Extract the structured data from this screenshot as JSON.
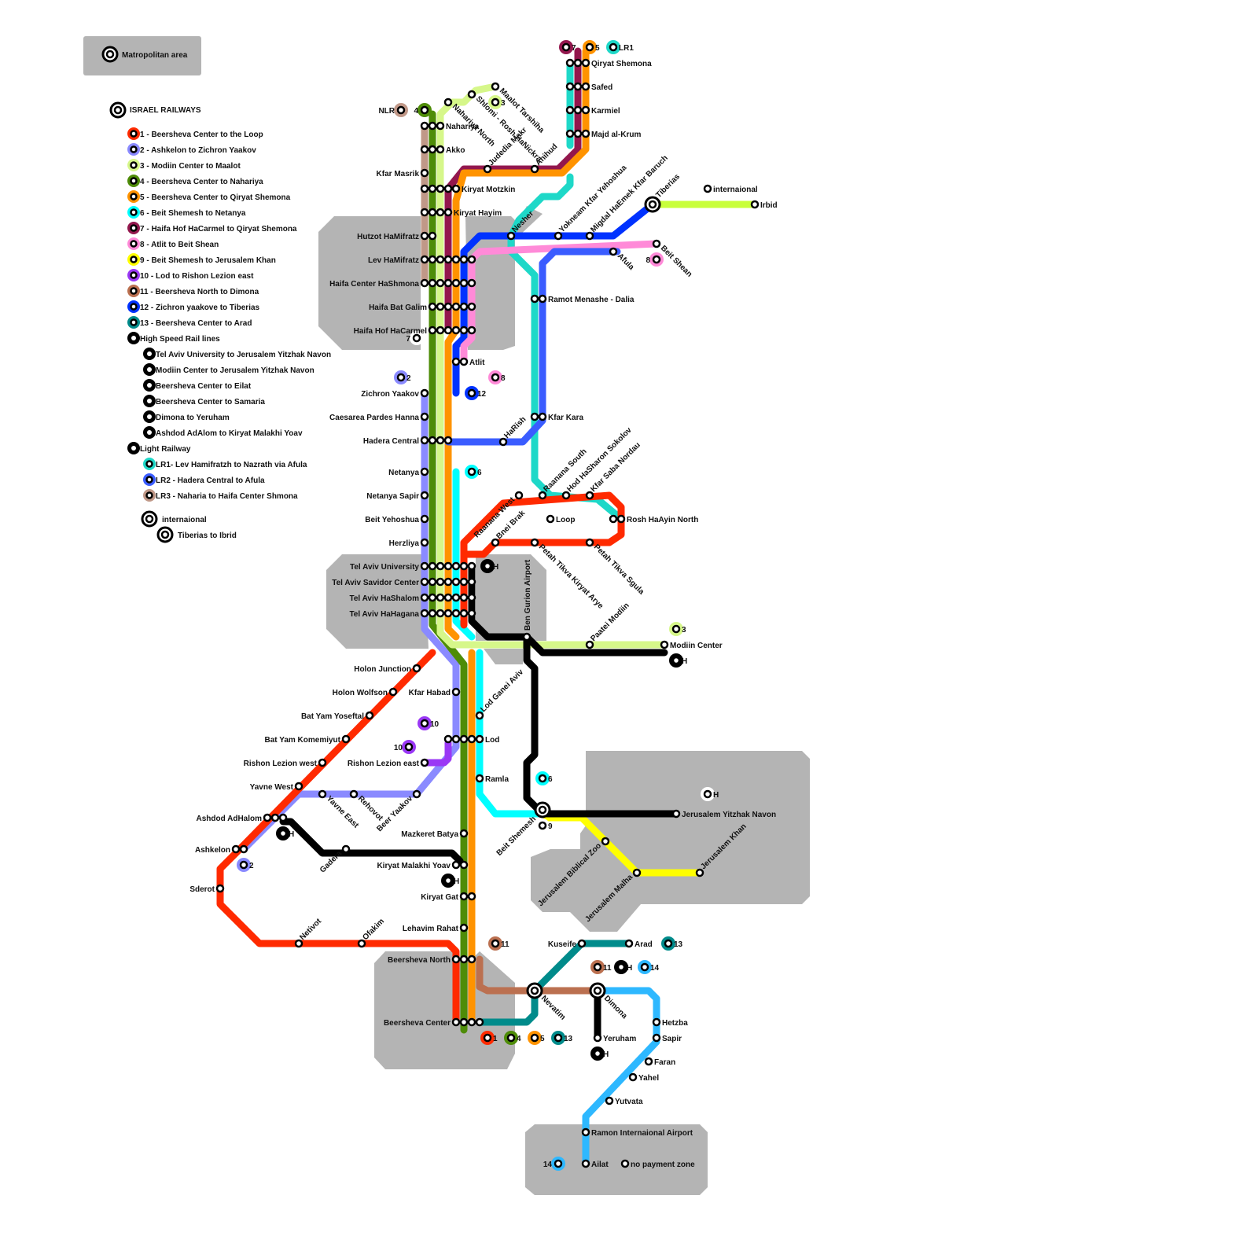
{
  "title": "Israel Railways network map",
  "colors": {
    "background": "#ffffff",
    "metro_area": "#b4b4b4",
    "line1": "#ff2a00",
    "line2": "#8a8aff",
    "line3": "#d6f78a",
    "line4": "#4e8c08",
    "line5": "#ff9300",
    "line6": "#00ffff",
    "line7": "#93174d",
    "line8": "#ff8ad8",
    "line9": "#ffff00",
    "line10": "#9a38f5",
    "line11": "#bb7050",
    "line12": "#0032ff",
    "line13": "#008b8b",
    "line14": "#2eb8ff",
    "high_speed": "#000000",
    "lr1": "#1ed8c8",
    "lr2": "#3a5cff",
    "lr3": "#c09888",
    "international": "#c8ff3a"
  },
  "legend": {
    "metro_area_label": "Matropolitan area",
    "railways_title": "ISRAEL RAILWAYS",
    "lines": [
      {
        "id": "1",
        "label": "1 - Beersheva Center to the Loop",
        "color": "#ff2a00"
      },
      {
        "id": "2",
        "label": "2 - Ashkelon to Zichron Yaakov",
        "color": "#8a8aff"
      },
      {
        "id": "3",
        "label": "3 - Modiin Center to Maalot",
        "color": "#d6f78a"
      },
      {
        "id": "4",
        "label": "4 - Beersheva Center to Nahariya",
        "color": "#4e8c08"
      },
      {
        "id": "5",
        "label": "5 - Beersheva Center to Qiryat Shemona",
        "color": "#ff9300"
      },
      {
        "id": "6",
        "label": "6 - Beit Shemesh to Netanya",
        "color": "#00ffff"
      },
      {
        "id": "7",
        "label": "7 - Haifa Hof HaCarmel to Qiryat Shemona",
        "color": "#93174d"
      },
      {
        "id": "8",
        "label": "8 - Atlit to Beit Shean",
        "color": "#ff8ad8"
      },
      {
        "id": "9",
        "label": "9 - Beit Shemesh to Jerusalem Khan",
        "color": "#ffff00"
      },
      {
        "id": "10",
        "label": "10 - Lod to Rishon Lezion east",
        "color": "#9a38f5"
      },
      {
        "id": "11",
        "label": "11 - Beersheva North to Dimona",
        "color": "#bb7050"
      },
      {
        "id": "12",
        "label": "12 - Zichron yaakove to Tiberias",
        "color": "#0032ff"
      },
      {
        "id": "13",
        "label": "13 - Beersheva Center to Arad",
        "color": "#008b8b"
      }
    ],
    "high_speed_title": "High Speed Rail lines",
    "high_speed_lines": [
      "Tel Aviv University to Jerusalem Yitzhak Navon",
      "Modiin Center to Jerusalem Yitzhak Navon",
      "Beersheva Center to Eilat",
      "Beersheva Center to Samaria",
      "Dimona to Yeruham",
      "Ashdod AdAlom to Kiryat Malakhi Yoav"
    ],
    "light_railway_title": "Light Railway",
    "light_railway_lines": [
      {
        "label": "LR1- Lev Hamifratzh to Nazrath via Afula",
        "color": "#1ed8c8"
      },
      {
        "label": "LR2 - Hadera Central to Afula",
        "color": "#3a5cff"
      },
      {
        "label": "LR3 - Naharia to Haifa Center Shmona",
        "color": "#c09888"
      }
    ],
    "international_title": "internaional",
    "international_lines": [
      "Tiberias to Ibrid"
    ]
  },
  "stations": {
    "maalot_tarshiha": "Maalot Tarshiha",
    "shlomi": "Shlomi - Rosh HaNickra",
    "nahariya_north": "Nahariya North",
    "nahariya": "Nahariya",
    "akko": "Akko",
    "kfar_masrik": "Kfar Masrik",
    "kiryat_motzkin": "Kiryat Motzkin",
    "kiryat_hayim": "Kiryat Hayim",
    "hutzot": "Hutzot HaMifratz",
    "lev": "Lev HaMifratz",
    "haifa_center": "Haifa Center HaShmona",
    "bat_galim": "Haifa Bat Galim",
    "hof_hacarmel": "Haifa Hof HaCarmel",
    "atlit": "Atlit",
    "zichron": "Zichron Yaakov",
    "caesarea": "Caesarea Pardes Hanna",
    "hadera": "Hadera Central",
    "netanya": "Netanya",
    "netanya_sapir": "Netanya Sapir",
    "beit_yehoshua": "Beit Yehoshua",
    "herzliya": "Herzliya",
    "ta_university": "Tel Aviv University",
    "ta_savidor": "Tel Aviv Savidor Center",
    "ta_hashalom": "Tel Aviv HaShalom",
    "ta_hahagana": "Tel Aviv HaHagana",
    "holon_junction": "Holon Junction",
    "holon_wolfson": "Holon Wolfson",
    "bat_yam_yoseftal": "Bat Yam Yoseftal",
    "bat_yam_komemiyut": "Bat Yam Komemiyut",
    "rishon_west": "Rishon Lezion west",
    "yavne_west": "Yavne West",
    "ashdod": "Ashdod AdHalom",
    "ashkelon": "Ashkelon",
    "sderot": "Sderot",
    "netivot": "Netivot",
    "ofakim": "Ofakim",
    "yavne_east": "Yavne East",
    "rehovot": "Rehovot",
    "beer_yaakov": "Beer Yaakov",
    "rishon_east": "Rishon Lezion east",
    "kfar_habad": "Kfar Habad",
    "lod": "Lod",
    "lod_ganei_aviv": "Lod Ganei Aviv",
    "ramla": "Ramla",
    "mazkeret": "Mazkeret Batya",
    "gadera": "Gadera",
    "kiryat_malakhi": "Kiryat Malakhi Yoav",
    "kiryat_gat": "Kiryat Gat",
    "lehavim": "Lehavim Rahat",
    "beersheva_north": "Beersheva North",
    "beersheva_center": "Beersheva Center",
    "judedia": "Judedia Makr",
    "ahihud": "Ahihud",
    "qiryat_shemona": "Qiryat Shemona",
    "safed": "Safed",
    "karmiel": "Karmiel",
    "majd": "Majd al-Krum",
    "nesher": "Nesher",
    "yokneam": "Yokneam Kfar Yehoshua",
    "migdal": "Migdal HaEmek Kfar Baruch",
    "afula": "Afula",
    "tiberias": "Tiberias",
    "irbid": "Irbid",
    "international": "internaional",
    "beit_shean": "Beit Shean",
    "ramot": "Ramot Menashe - Dalia",
    "kfar_kara": "Kfar Kara",
    "harish": "HaRish",
    "raanana_west": "Raanana West",
    "raanana_south": "Raanana South",
    "hod": "Hod HaSharon Sokolov",
    "kfar_saba": "Kfar Saba Nordau",
    "rosh": "Rosh HaAyin North",
    "loop": "Loop",
    "bnei_brak": "Bnei Brak",
    "pt_kiryat": "Petah Tikva Kiryat Arye",
    "pt_sgula": "Petah Tikva Sgula",
    "ben_gurion": "Ben Gurion Airport",
    "paatei": "Paatei Modiin",
    "modiin": "Modiin Center",
    "beit_shemesh": "Beit Shemesh",
    "jerusalem_navon": "Jerusalem Yitzhak Navon",
    "biblical_zoo": "Jerusalem Biblical Zoo",
    "malha": "Jerusalem Malha",
    "khan": "Jerusalem Khan",
    "kuseife": "Kuseife",
    "arad": "Arad",
    "nevatim": "Nevatim",
    "dimona": "Dimona",
    "yeruham": "Yeruham",
    "hetzba": "Hetzba",
    "sapir": "Sapir",
    "faran": "Faran",
    "yahel": "Yahel",
    "yutvata": "Yutvata",
    "ramon": "Ramon Internaional Airport",
    "ailat": "Ailat",
    "no_payment": "no payment zone"
  },
  "terminal_tags": {
    "nlr": "NLR",
    "t4": "4",
    "t3": "3",
    "t7": "7",
    "t5": "5",
    "lr1": "LR1",
    "t2": "2",
    "t8": "8",
    "t12": "12",
    "t6": "6",
    "h": "H",
    "t10": "10",
    "t9": "9",
    "t11": "11",
    "t13": "13",
    "t14": "14",
    "t1": "1"
  }
}
